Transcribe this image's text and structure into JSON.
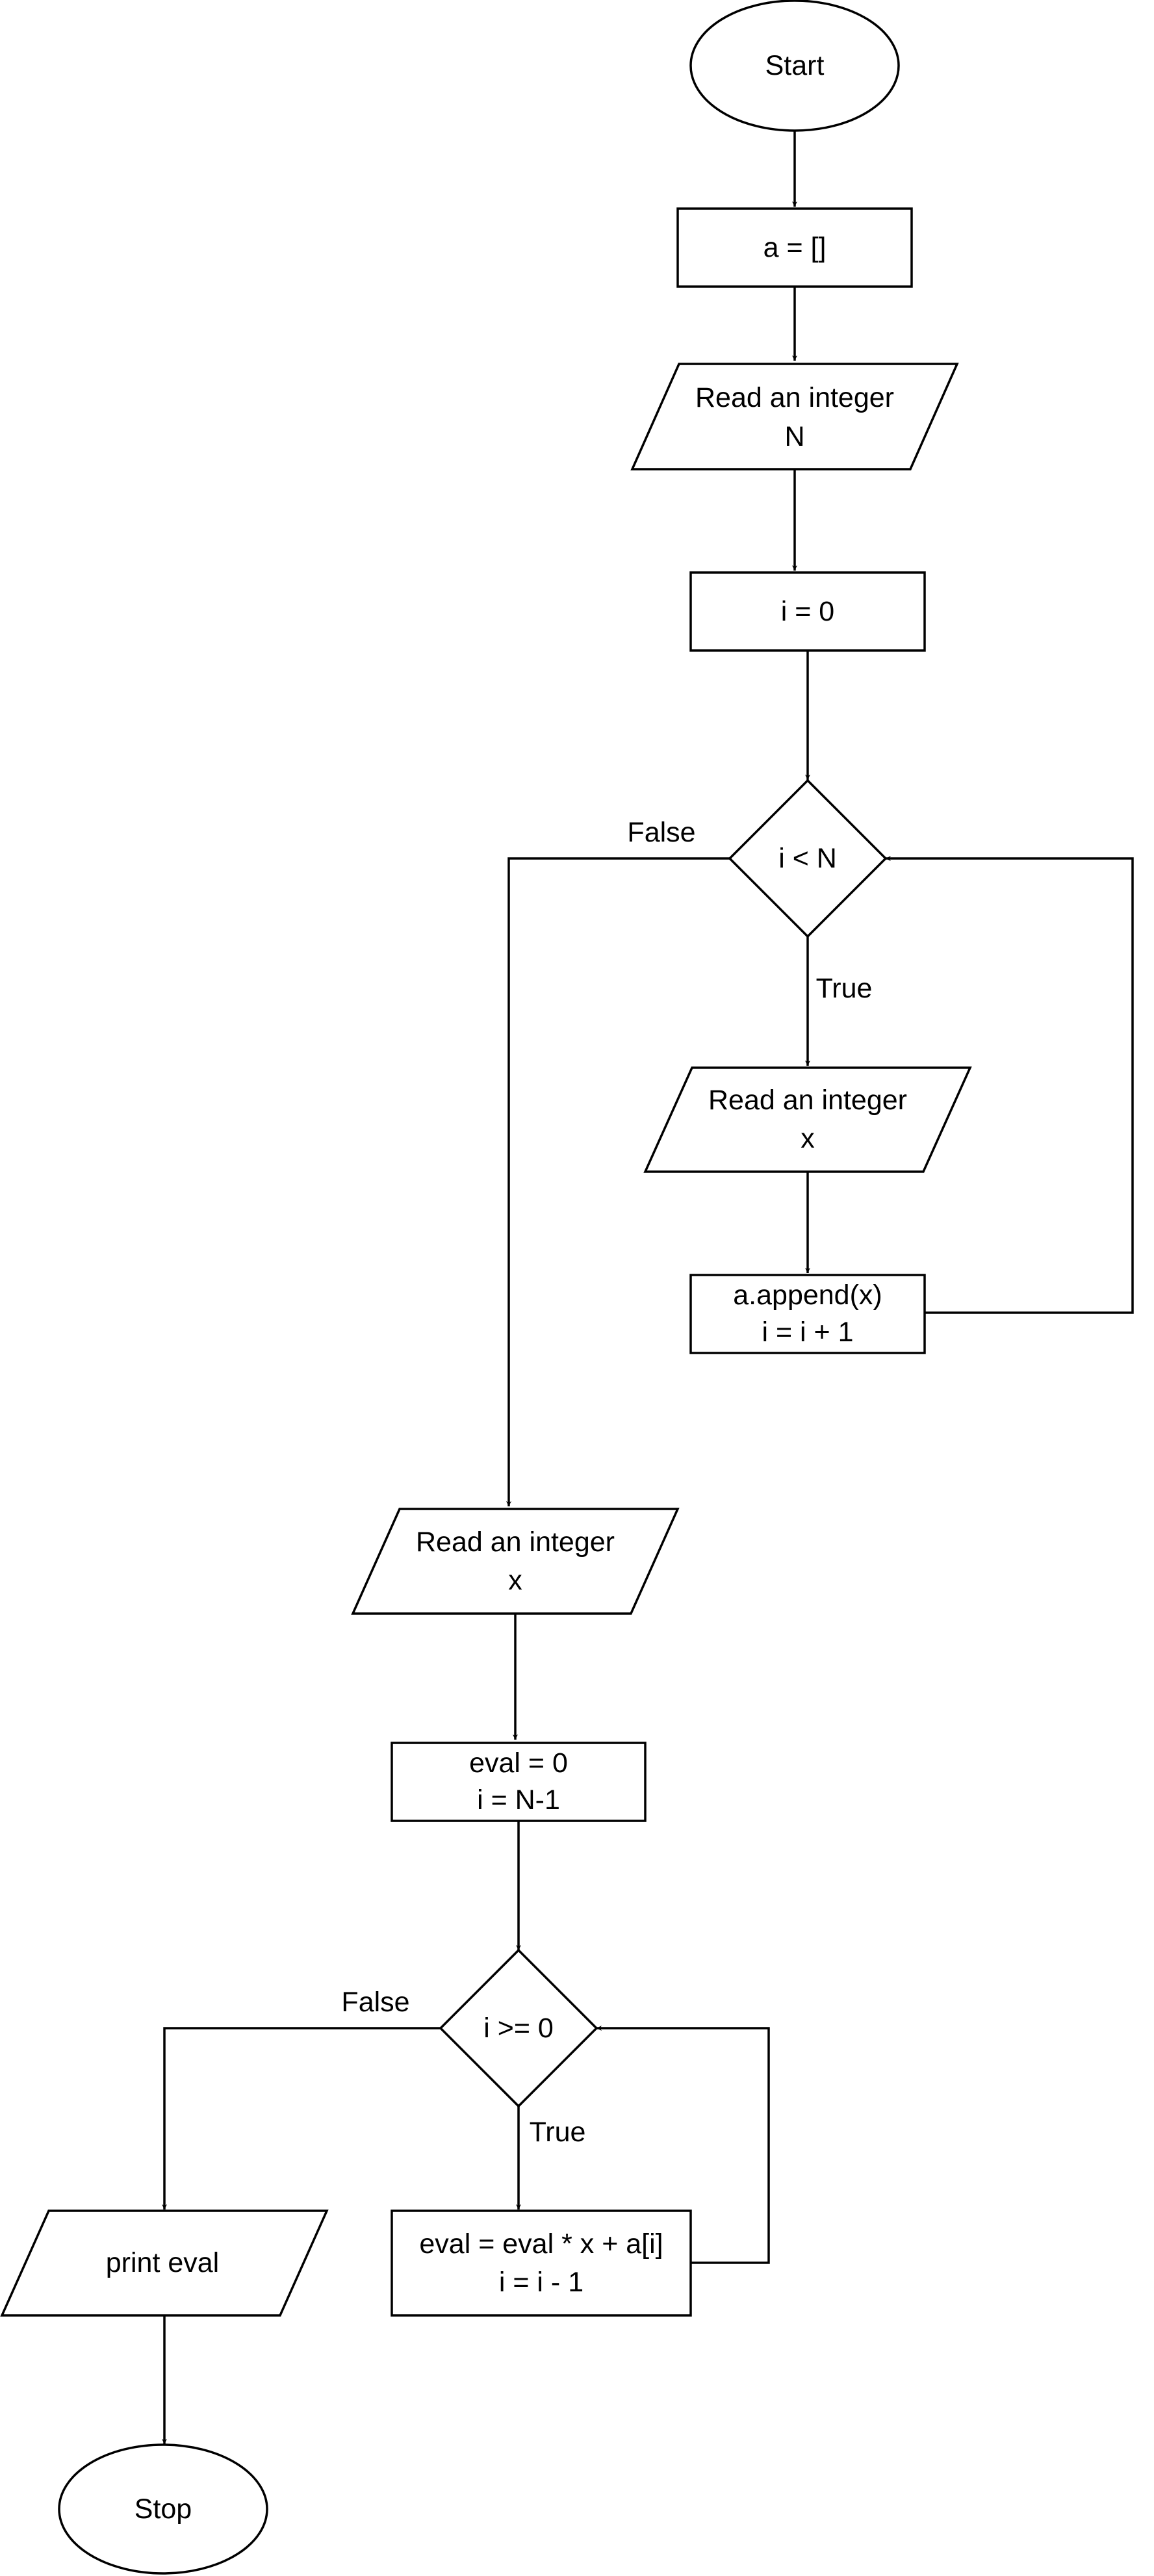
{
  "nodes": {
    "start": {
      "lines": [
        "Start"
      ],
      "shape": "ellipse"
    },
    "init_a": {
      "lines": [
        "a = []"
      ],
      "shape": "process"
    },
    "read_n": {
      "lines": [
        "Read an integer",
        "N"
      ],
      "shape": "io"
    },
    "init_i": {
      "lines": [
        "i = 0"
      ],
      "shape": "process"
    },
    "cond_i_lt_n": {
      "lines": [
        "i < N"
      ],
      "shape": "decision"
    },
    "read_x_loop": {
      "lines": [
        "Read an integer",
        "x"
      ],
      "shape": "io"
    },
    "append": {
      "lines": [
        "a.append(x)",
        "i = i + 1"
      ],
      "shape": "process"
    },
    "read_x": {
      "lines": [
        "Read an integer",
        "x"
      ],
      "shape": "io"
    },
    "init_eval": {
      "lines": [
        "eval = 0",
        "i = N-1"
      ],
      "shape": "process"
    },
    "cond_i_ge_0": {
      "lines": [
        "i >= 0"
      ],
      "shape": "decision"
    },
    "update_eval": {
      "lines": [
        "eval = eval * x + a[i]",
        "i = i - 1"
      ],
      "shape": "process"
    },
    "print_eval": {
      "lines": [
        "print eval"
      ],
      "shape": "io"
    },
    "stop": {
      "lines": [
        "Stop"
      ],
      "shape": "ellipse"
    }
  },
  "edge_labels": {
    "loop1_false": "False",
    "loop1_true": "True",
    "loop2_false": "False",
    "loop2_true": "True"
  }
}
